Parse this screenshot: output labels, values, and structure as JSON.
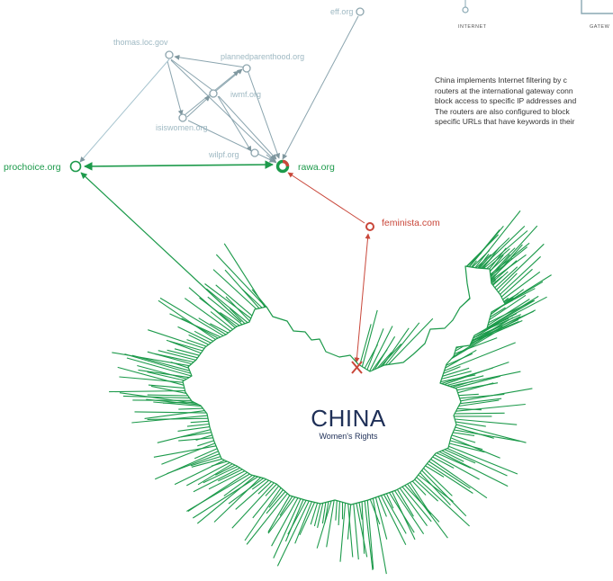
{
  "legend": {
    "internet_label": "INTERNET",
    "gateway_label": "GATEW"
  },
  "description_lines": [
    "China implements Internet filtering by c",
    "routers at the international gateway conn",
    "block access to specific IP addresses and",
    "The  routers are also configured to block",
    "specific URLs that have keywords in their"
  ],
  "nodes": {
    "eff": "eff.org",
    "thomas": "thomas.loc.gov",
    "plannedparenthood": "plannedparenthood.org",
    "iwmf": "iwmf.org",
    "isiswomen": "isiswomen.org",
    "wilpf": "wilpf.org",
    "prochoice": "prochoice.org",
    "rawa": "rawa.org",
    "feminista": "feminista.com"
  },
  "country": {
    "name": "CHINA",
    "topic": "Women's Rights"
  },
  "colors": {
    "green": "#1d9a4b",
    "grey_blue": "#8da5ae",
    "light_blue": "#a7c4cf",
    "red": "#c9473a",
    "navy": "#1e2f57"
  }
}
